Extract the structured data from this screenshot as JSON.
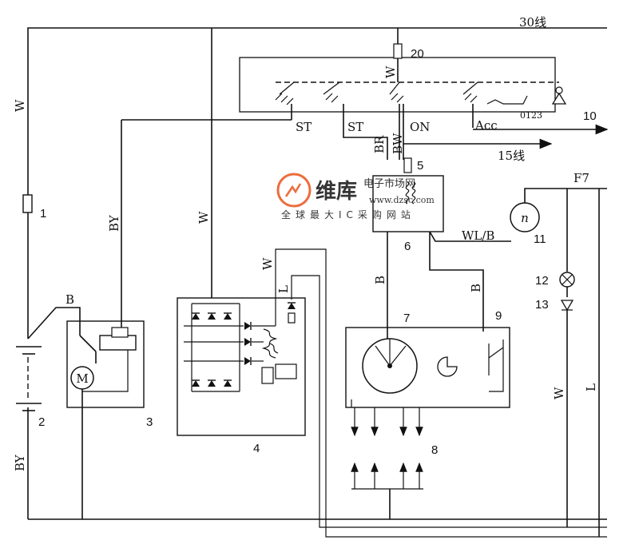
{
  "wire_labels": {
    "line30": "30线",
    "line15": "15线",
    "w_main": "W",
    "w_fuse20": "W",
    "by_left": "BY",
    "by_battery": "BY",
    "w_alt": "W",
    "w_alt2": "W",
    "l_alt": "L",
    "br": "BR",
    "bw": "BW",
    "wl_b": "WL/B",
    "b_reg": "B",
    "b_sw": "B",
    "b_starter": "B",
    "w_right": "W",
    "l_right": "L",
    "f7": "F7"
  },
  "switch_labels": {
    "st1": "ST",
    "st2": "ST",
    "on": "ON",
    "acc": "Acc",
    "positions": "0123"
  },
  "component_numbers": [
    "1",
    "2",
    "3",
    "4",
    "5",
    "6",
    "7",
    "8",
    "9",
    "10",
    "11",
    "12",
    "13",
    "20"
  ],
  "symbols": {
    "motor": "M",
    "tach": "n"
  },
  "watermark": {
    "brand": "维库",
    "sub": "电子市场网",
    "url": "www.dzsc.com",
    "tagline": "全球最大IC采购网站",
    "color": "#e8541c"
  }
}
